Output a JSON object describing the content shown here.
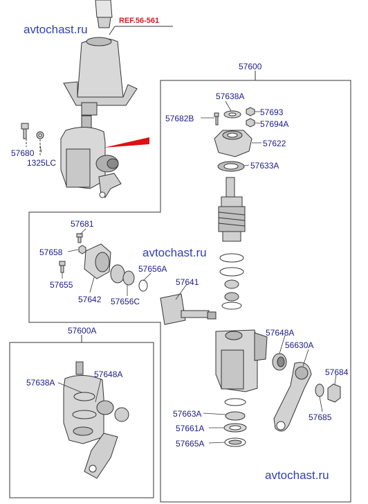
{
  "watermark": {
    "text": "avtochast.ru"
  },
  "ref": {
    "text": "REF.56-561"
  },
  "colors": {
    "label": "#1a1a8a",
    "watermark": "#2f3fb5",
    "ref": "#cc1f1f",
    "line": "#333333"
  },
  "labels": {
    "assy": "57600",
    "assy_a": "57600A",
    "p57680": "57680",
    "p1325LC": "1325LC",
    "p57638A": "57638A",
    "p57682B": "57682B",
    "p57693": "57693",
    "p57694A": "57694A",
    "p57622": "57622",
    "p57633A": "57633A",
    "p57681": "57681",
    "p57658": "57658",
    "p57655": "57655",
    "p57642": "57642",
    "p57656A": "57656A",
    "p57656C": "57656C",
    "p57641": "57641",
    "p57648A": "57648A",
    "p56630A": "56630A",
    "p57684": "57684",
    "p57685": "57685",
    "p57663A": "57663A",
    "p57661A": "57661A",
    "p57665A": "57665A",
    "inset_57638A": "57638A",
    "inset_57648A": "57648A"
  }
}
